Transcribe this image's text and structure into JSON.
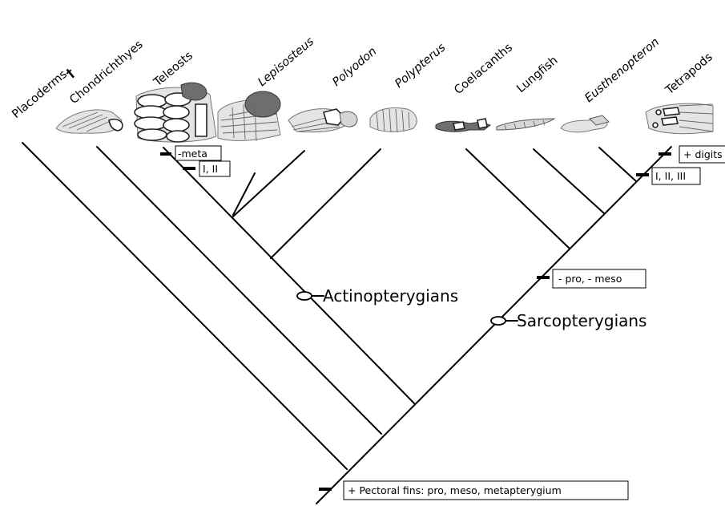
{
  "taxa": {
    "placoderms": "Placoderms",
    "placoderms_extinct_mark": "†",
    "chondrichthyes": "Chondrichthyes",
    "teleosts": "Teleosts",
    "lepisosteus": "Lepisosteus",
    "polyodon": "Polyodon",
    "polypterus": "Polypterus",
    "coelacanths": "Coelacanths",
    "lungfish": "Lungfish",
    "eusthenopteron": "Eusthenopteron",
    "tetrapods": "Tetrapods"
  },
  "clades": {
    "actinopterygians": "Actinopterygians",
    "sarcopterygians": "Sarcopterygians"
  },
  "characters": {
    "teleost_meta": "-meta",
    "teleost_radials": "I, II",
    "tetrapod_digits": "+ digits",
    "tetrapod_radials": "I, II, III",
    "sarco_pro_meso": "- pro, - meso",
    "root_pectoral": "+ Pectoral fins: pro, meso, metapterygium"
  },
  "icons": {
    "extinct_mark": "dagger-icon",
    "node_marker": "ellipse-node-icon",
    "character_tick": "tick-mark-icon"
  },
  "colors": {
    "line": "#000000",
    "fin_gray": "#d6d6d6",
    "fin_dark": "#6e6e6e"
  }
}
